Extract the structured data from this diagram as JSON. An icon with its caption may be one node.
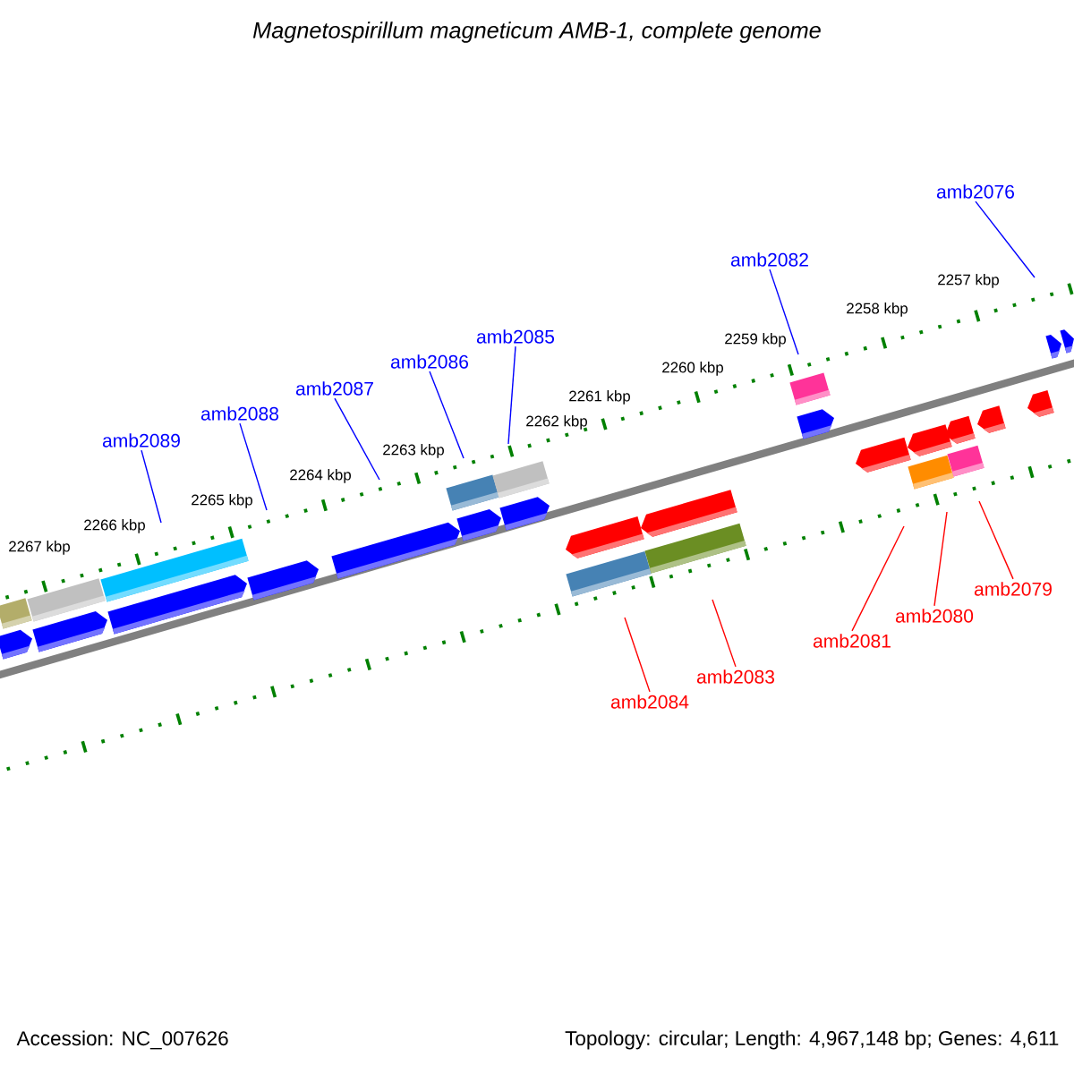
{
  "diagram": {
    "title": "Magnetospirillum magneticum AMB-1, complete genome",
    "nodes": [
      {
        "text": [
          "amb2076"
        ]
      },
      {
        "text": [
          "amb2082"
        ]
      },
      {
        "text": [
          "amb2085"
        ]
      },
      {
        "text": [
          "amb2086"
        ]
      },
      {
        "text": [
          "amb2087"
        ]
      },
      {
        "text": [
          "amb2088"
        ]
      },
      {
        "text": [
          "amb2089"
        ]
      },
      {
        "text": [
          "amb2079"
        ]
      },
      {
        "text": [
          "amb2080"
        ]
      },
      {
        "text": [
          "amb2081"
        ]
      },
      {
        "text": [
          "amb2083"
        ]
      },
      {
        "text": [
          "amb2084"
        ]
      }
    ],
    "edges": [
      {
        "from": 0,
        "to": null,
        "arrow": "none"
      },
      {
        "from": 1,
        "to": null,
        "arrow": "none"
      },
      {
        "from": 2,
        "to": null,
        "arrow": "none"
      },
      {
        "from": 3,
        "to": null,
        "arrow": "none"
      },
      {
        "from": 4,
        "to": null,
        "arrow": "none"
      },
      {
        "from": 5,
        "to": null,
        "arrow": "none"
      },
      {
        "from": 6,
        "to": null,
        "arrow": "none"
      },
      {
        "from": 7,
        "to": null,
        "arrow": "none",
        "color": "#ff0000"
      },
      {
        "from": 8,
        "to": null,
        "arrow": "none",
        "color": "#ff0000"
      },
      {
        "from": 9,
        "to": null,
        "arrow": "none",
        "color": "#ff0000"
      },
      {
        "from": 10,
        "to": null,
        "arrow": "none",
        "color": "#ff0000"
      },
      {
        "from": 11,
        "to": null,
        "arrow": "none",
        "color": "#ff0000"
      }
    ],
    "labels": [
      "2257 kbp",
      "2258 kbp",
      "2259 kbp",
      "2260 kbp",
      "2261 kbp",
      "2262 kbp",
      "2263 kbp",
      "2264 kbp",
      "2265 kbp",
      "2266 kbp",
      "2267 kbp",
      "Accession: NC_007626",
      "Topology: circular; Length: 4,967,148 bp; Genes: 4,611"
    ]
  }
}
